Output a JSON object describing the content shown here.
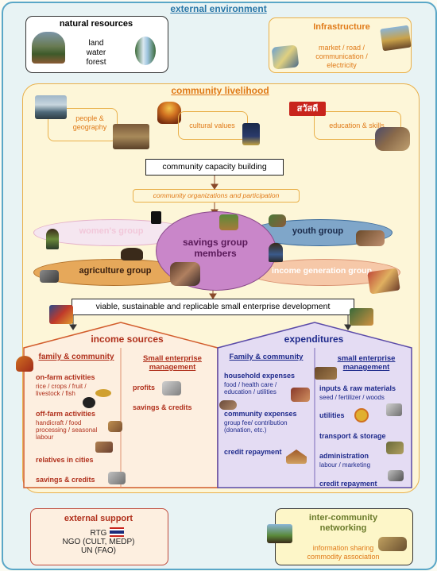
{
  "external_environment": {
    "title": "external environment",
    "natural_resources": {
      "title": "natural resources",
      "items": [
        "land",
        "water",
        "forest"
      ]
    },
    "infrastructure": {
      "title": "Infrastructure",
      "items": [
        "market / road /",
        "communication /",
        "electricity"
      ]
    }
  },
  "community_livelihood": {
    "title": "community livelihood",
    "people": [
      "people &",
      "geography"
    ],
    "cultural": "cultural values",
    "education": "education & skills",
    "thai_sign": "สวัสดี",
    "capacity_building": "community capacity building",
    "organizations": "community organizations and participation",
    "groups": {
      "women": "women's group",
      "youth": "youth group",
      "savings": [
        "savings group",
        "members"
      ],
      "agriculture": "agriculture group",
      "income_generation": "income generation group"
    },
    "enterprise_development": "viable, sustainable and replicable small enterprise development"
  },
  "income_sources": {
    "title": "income sources",
    "family": {
      "title": "family & community",
      "on_farm": {
        "label": "on-farm activities",
        "detail": [
          "rice / crops / fruit /",
          "livestock / fish"
        ]
      },
      "off_farm": {
        "label": "off-farm activities",
        "detail": [
          "handicraft / food",
          "processing / seasonal",
          "labour"
        ]
      },
      "relatives": "relatives in cities",
      "savings": "savings & credits"
    },
    "enterprise": {
      "title": [
        "Small enterprise",
        "management"
      ],
      "profits": "profits",
      "savings": "savings & credits"
    }
  },
  "expenditures": {
    "title": "expenditures",
    "family": {
      "title": "Family & community",
      "household": {
        "label": "household expenses",
        "detail": [
          "food / health care /",
          "education / utilities"
        ]
      },
      "community": {
        "label": "community expenses",
        "detail": [
          "group fee/ contribution",
          "(donation, etc.)"
        ]
      },
      "credit": "credit repayment"
    },
    "enterprise": {
      "title": [
        "small enterprise",
        "management"
      ],
      "inputs": {
        "label": "inputs & raw materials",
        "detail": "seed / fertilizer / woods"
      },
      "utilities": "utilities",
      "transport": "transport & storage",
      "administration": {
        "label": "administration",
        "detail": "labour / marketing"
      },
      "credit": "credit repayment"
    }
  },
  "external_support": {
    "title": "external support",
    "items": [
      "RTG",
      "NGO (CULT, MEDP)",
      "UN (FAO)"
    ]
  },
  "networking": {
    "title": [
      "inter-community",
      "networking"
    ],
    "items": [
      "information sharing",
      "commodity association"
    ]
  },
  "colors": {
    "outer_bg": "#e8f3f4",
    "outer_border": "#5aa7c7",
    "livelihood_bg": "#fdf6d8",
    "livelihood_border": "#e9b04a",
    "income_bg": "#fdefe0",
    "income_border": "#d25c2c",
    "expend_bg": "#e4dcf3",
    "expend_border": "#5a4aa8",
    "savings_ellipse": "#c986c9",
    "women_ellipse": "#f5e6f0",
    "youth_ellipse": "#7fa6c9",
    "agri_ellipse": "#e6a85a",
    "income_gen_ellipse": "#f6c8a8"
  },
  "icons": [
    "mountain-photo-icon",
    "waterfall-icon",
    "infrastructure-photo-icon",
    "bridge-icon",
    "boat-photo-icon",
    "farmer-icon",
    "temple-icon",
    "people-photo-icon",
    "thai-sign-icon",
    "students-icon",
    "woman-symbol-icon",
    "farm-photo-icon",
    "teen-icon",
    "woman-farmer-icon",
    "buffalo-icon",
    "crowd-photo-icon",
    "tractor-icon",
    "market-photo-icon",
    "rooster-icon",
    "thai-flag-icon"
  ]
}
